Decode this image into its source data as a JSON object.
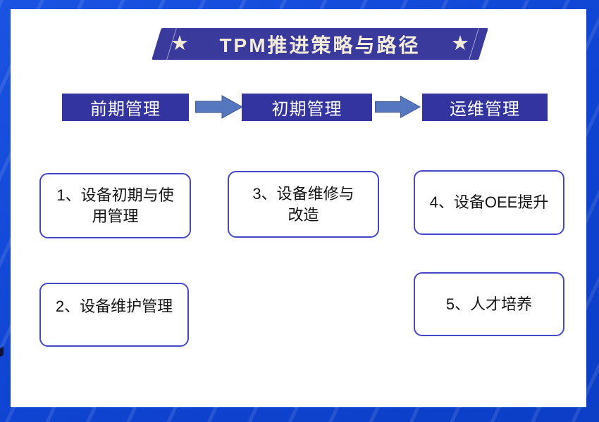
{
  "title": {
    "text": "TPM推进策略与路径",
    "star_glyph": "★"
  },
  "phases": [
    {
      "label": "前期管理"
    },
    {
      "label": "初期管理"
    },
    {
      "label": "运维管理"
    }
  ],
  "cards": [
    {
      "line1": "1、设备初期与使",
      "line2": "用管理"
    },
    {
      "line1": "2、设备维护管理"
    },
    {
      "line1": "3、设备维修与",
      "line2": "改造"
    },
    {
      "line1": "4、设备OEE提升"
    },
    {
      "line1": "5、人才培养"
    }
  ],
  "colors": {
    "frame_blue": "#0f44d2",
    "banner_indigo": "#3a399c",
    "phase_indigo": "#3434a0",
    "arrow_blue": "#5577bf",
    "arrow_outline": "#45598f",
    "card_border": "#4646c9",
    "title_cream": "#f3ecda",
    "text_black": "#141414"
  }
}
